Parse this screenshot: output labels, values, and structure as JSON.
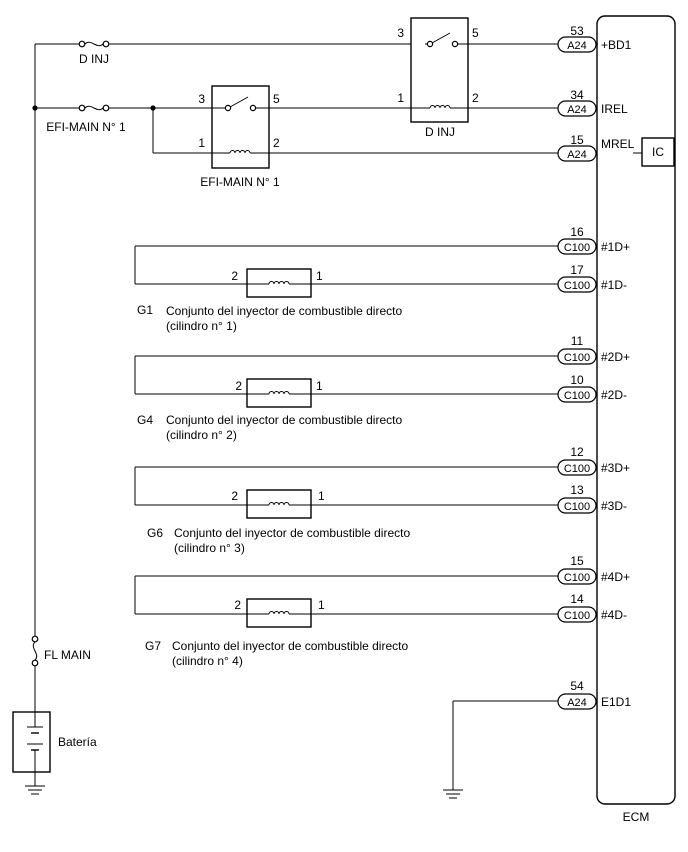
{
  "ecm": {
    "label": "ECM",
    "ic_label": "IC"
  },
  "fuses": {
    "d_inj": "D INJ",
    "efi_main": "EFI-MAIN N° 1",
    "fl_main": "FL MAIN"
  },
  "relays": {
    "d_inj": {
      "label": "D INJ",
      "pins": [
        "3",
        "5",
        "1",
        "2"
      ]
    },
    "efi_main": {
      "label": "EFI-MAIN N° 1",
      "pins": [
        "3",
        "5",
        "1",
        "2"
      ]
    }
  },
  "battery": "Batería",
  "ecm_pins": [
    {
      "pin": "53",
      "connector": "A24",
      "signal": "+BD1"
    },
    {
      "pin": "34",
      "connector": "A24",
      "signal": "IREL"
    },
    {
      "pin": "15",
      "connector": "A24",
      "signal": "MREL"
    },
    {
      "pin": "16",
      "connector": "C100",
      "signal": "#1D+"
    },
    {
      "pin": "17",
      "connector": "C100",
      "signal": "#1D-"
    },
    {
      "pin": "11",
      "connector": "C100",
      "signal": "#2D+"
    },
    {
      "pin": "10",
      "connector": "C100",
      "signal": "#2D-"
    },
    {
      "pin": "12",
      "connector": "C100",
      "signal": "#3D+"
    },
    {
      "pin": "13",
      "connector": "C100",
      "signal": "#3D-"
    },
    {
      "pin": "15",
      "connector": "C100",
      "signal": "#4D+"
    },
    {
      "pin": "14",
      "connector": "C100",
      "signal": "#4D-"
    },
    {
      "pin": "54",
      "connector": "A24",
      "signal": "E1D1"
    }
  ],
  "injectors": [
    {
      "code": "G1",
      "name": "Conjunto del inyector de combustible directo",
      "cyl": "(cilindro n° 1)",
      "pin_left": "2",
      "pin_right": "1"
    },
    {
      "code": "G4",
      "name": "Conjunto del inyector de combustible directo",
      "cyl": "(cilindro n° 2)",
      "pin_left": "2",
      "pin_right": "1"
    },
    {
      "code": "G6",
      "name": "Conjunto del inyector de combustible directo",
      "cyl": "(cilindro n° 3)",
      "pin_left": "2",
      "pin_right": "1"
    },
    {
      "code": "G7",
      "name": "Conjunto del inyector de combustible directo",
      "cyl": "(cilindro n° 4)",
      "pin_left": "2",
      "pin_right": "1"
    }
  ]
}
